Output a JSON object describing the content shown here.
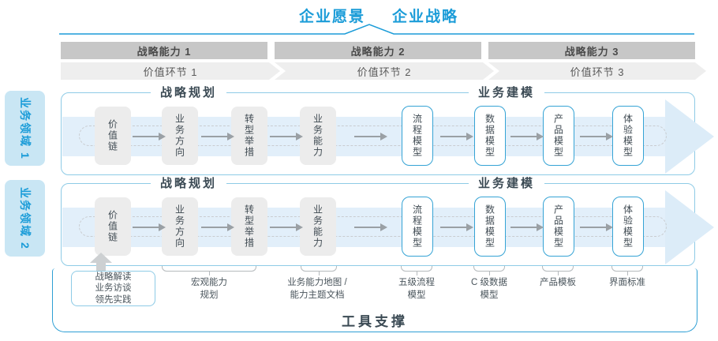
{
  "header": {
    "vision": "企业愿景",
    "strategy": "企业战略"
  },
  "strategic_capabilities": [
    "战略能力 1",
    "战略能力 2",
    "战略能力 3"
  ],
  "value_links": [
    "价值环节 1",
    "价值环节 2",
    "价值环节 3"
  ],
  "business_domains": [
    "业务领域 1",
    "业务领域 2"
  ],
  "panel": {
    "planning_header": "战略规划",
    "modeling_header": "业务建模",
    "flow_boxes": [
      {
        "label": "价值链",
        "style": "gray"
      },
      {
        "label": "业务方向",
        "style": "gray"
      },
      {
        "label": "转型举措",
        "style": "gray"
      },
      {
        "label": "业务能力",
        "style": "gray"
      },
      {
        "label": "流程模型",
        "style": "blue"
      },
      {
        "label": "数据模型",
        "style": "blue"
      },
      {
        "label": "产品模型",
        "style": "blue"
      },
      {
        "label": "体验模型",
        "style": "blue"
      }
    ]
  },
  "annotations": {
    "input_box_lines": [
      "战略解读",
      "业务访谈",
      "领先实践"
    ],
    "bottom_labels": [
      {
        "lines": [
          "宏观能力",
          "规划"
        ]
      },
      {
        "lines": [
          "业务能力地图 /",
          "能力主题文档"
        ]
      },
      {
        "lines": [
          "五级流程",
          "模型"
        ]
      },
      {
        "lines": [
          "C 级数据",
          "模型"
        ]
      },
      {
        "lines": [
          "产品模板"
        ]
      },
      {
        "lines": [
          "界面标准"
        ]
      }
    ]
  },
  "footer": {
    "tool_support": "工具支撑"
  },
  "colors": {
    "accent_blue": "#1b9cd8",
    "panel_border": "#8ecbe6",
    "band_fill": "#e2effa",
    "arrowhead_fill": "#dcecf8",
    "box_gray": "#ececec",
    "bar_gray": "#c7c7c7",
    "chevron_fill": "#eeeeee",
    "dark_text": "#3b4a54",
    "arrow_gray": "#9aa0a5",
    "pill_fill": "#c9e6f4",
    "blue_box_border": "#35a3d5",
    "tool_container_border": "#2e9fd4",
    "brace_gray": "#b5babd"
  }
}
